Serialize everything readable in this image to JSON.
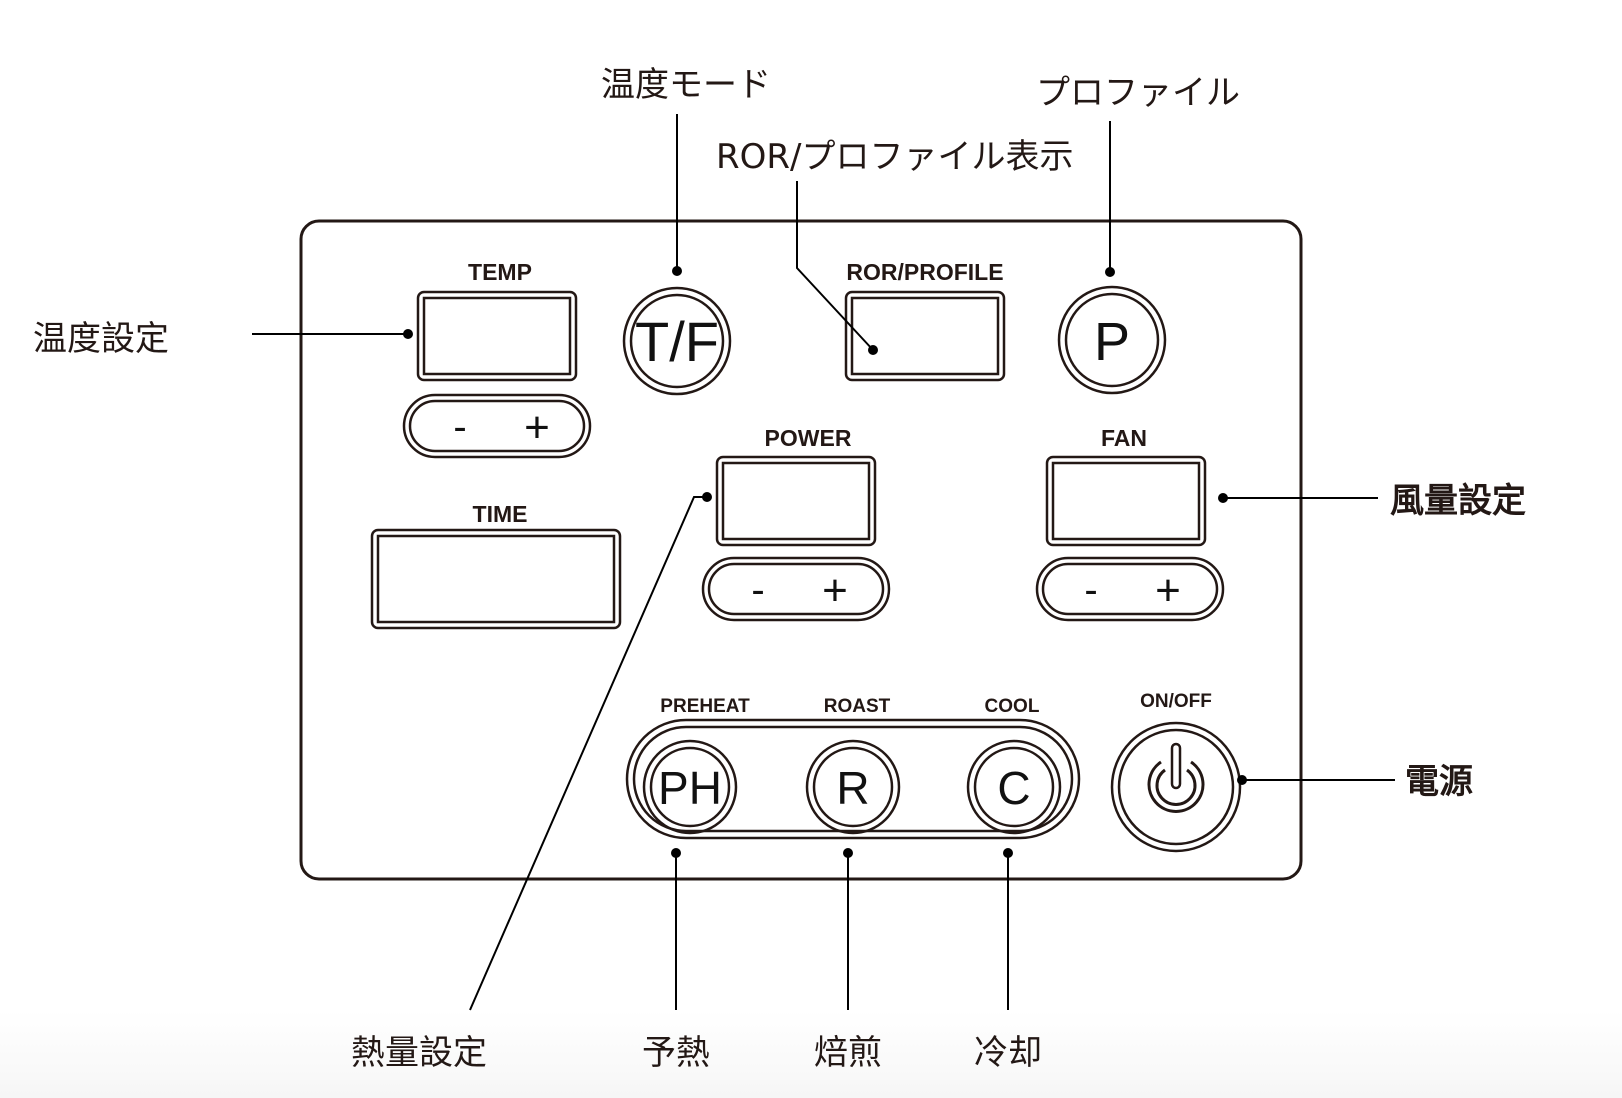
{
  "diagram": {
    "title": "Control panel layout",
    "colors": {
      "ink": "#231815",
      "background": "#ffffff"
    },
    "panel_labels": {
      "temp": "TEMP",
      "time": "TIME",
      "power": "POWER",
      "fan": "FAN",
      "ror_profile": "ROR/PROFILE",
      "preheat": "PREHEAT",
      "roast": "ROAST",
      "cool": "COOL",
      "on_off": "ON/OFF"
    },
    "buttons": {
      "temp_mode": "T/F",
      "profile": "P",
      "preheat": "PH",
      "roast": "R",
      "cool": "C",
      "minus": "-",
      "plus": "+",
      "power_icon": "power-icon"
    },
    "callouts": {
      "temp_setting": "温度設定",
      "temp_mode": "温度モード",
      "ror_profile_display": "ROR/プロファイル表示",
      "profile": "プロファイル",
      "fan_setting": "風量設定",
      "power": "電源",
      "heat_setting": "熱量設定",
      "preheat": "予熱",
      "roast": "焙煎",
      "cool": "冷却"
    }
  }
}
